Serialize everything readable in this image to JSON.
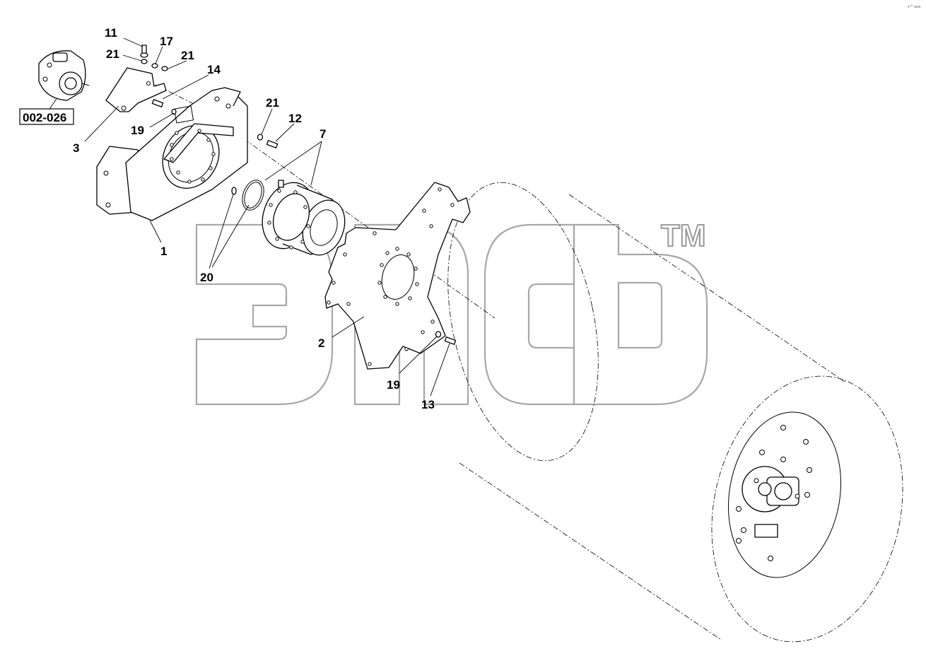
{
  "diagram": {
    "corner_mark": "s°° ooo",
    "trademark": "TM",
    "reference_box": "002-026",
    "callouts": [
      {
        "id": "c11",
        "text": "11"
      },
      {
        "id": "c21a",
        "text": "21"
      },
      {
        "id": "c17",
        "text": "17"
      },
      {
        "id": "c21b",
        "text": "21"
      },
      {
        "id": "c14",
        "text": "14"
      },
      {
        "id": "c21c",
        "text": "21"
      },
      {
        "id": "c12",
        "text": "12"
      },
      {
        "id": "c7",
        "text": "7"
      },
      {
        "id": "c19a",
        "text": "19"
      },
      {
        "id": "c3",
        "text": "3"
      },
      {
        "id": "c1",
        "text": "1"
      },
      {
        "id": "c20",
        "text": "20"
      },
      {
        "id": "c2",
        "text": "2"
      },
      {
        "id": "c19b",
        "text": "19"
      },
      {
        "id": "c13",
        "text": "13"
      }
    ]
  }
}
